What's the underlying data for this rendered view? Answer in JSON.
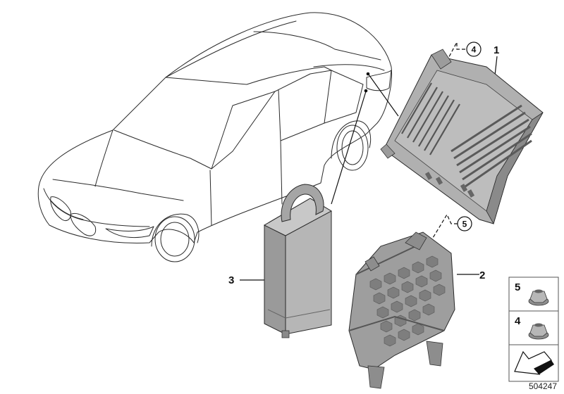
{
  "callouts": {
    "c1": "1",
    "c2": "2",
    "c3": "3",
    "c4": "4",
    "c5": "5"
  },
  "legend": {
    "item5": "5",
    "item4": "4"
  },
  "diagram_number": "504247",
  "colors": {
    "part_fill": "#a9a9a9",
    "part_light": "#c4c4c4",
    "part_dark": "#7d7d7d",
    "outline": "#2a2a2a"
  }
}
